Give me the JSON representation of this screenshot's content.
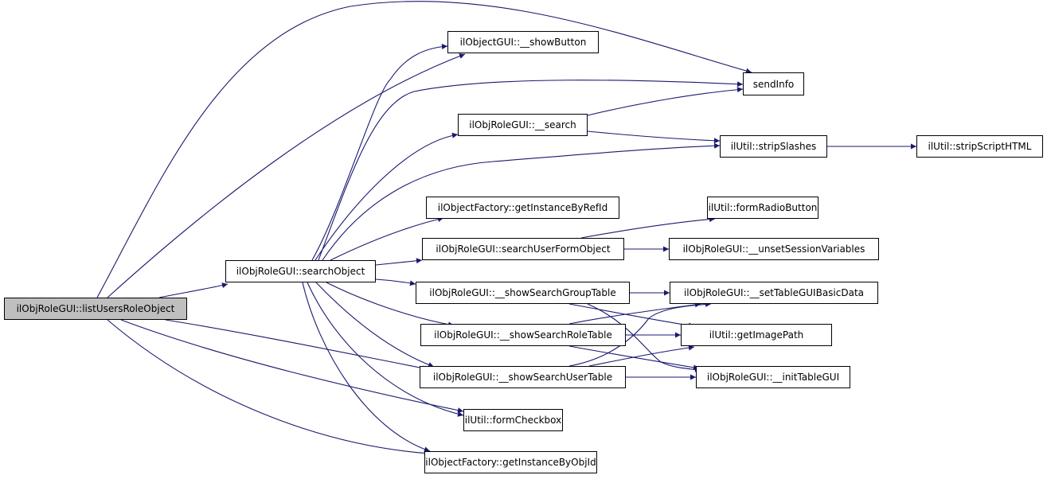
{
  "diagram": {
    "type": "call-graph",
    "edge_color": "#191970",
    "root_fill": "#bfbfbf",
    "nodes": [
      {
        "id": "root",
        "label": "ilObjRoleGUI::listUsersRoleObject",
        "root": true
      },
      {
        "id": "searchObject",
        "label": "ilObjRoleGUI::searchObject"
      },
      {
        "id": "showButton",
        "label": "ilObjectGUI::__showButton"
      },
      {
        "id": "sendInfo",
        "label": "sendInfo"
      },
      {
        "id": "search",
        "label": "ilObjRoleGUI::__search"
      },
      {
        "id": "stripSlashes",
        "label": "ilUtil::stripSlashes"
      },
      {
        "id": "stripScriptHTML",
        "label": "ilUtil::stripScriptHTML"
      },
      {
        "id": "getInstanceByRefId",
        "label": "ilObjectFactory::getInstanceByRefId"
      },
      {
        "id": "formRadioButton",
        "label": "ilUtil::formRadioButton"
      },
      {
        "id": "searchUserFormObject",
        "label": "ilObjRoleGUI::searchUserFormObject"
      },
      {
        "id": "unsetSessionVariables",
        "label": "ilObjRoleGUI::__unsetSessionVariables"
      },
      {
        "id": "showSearchGroupTable",
        "label": "ilObjRoleGUI::__showSearchGroupTable"
      },
      {
        "id": "setTableGUIBasicData",
        "label": "ilObjRoleGUI::__setTableGUIBasicData"
      },
      {
        "id": "showSearchRoleTable",
        "label": "ilObjRoleGUI::__showSearchRoleTable"
      },
      {
        "id": "getImagePath",
        "label": "ilUtil::getImagePath"
      },
      {
        "id": "showSearchUserTable",
        "label": "ilObjRoleGUI::__showSearchUserTable"
      },
      {
        "id": "initTableGUI",
        "label": "ilObjRoleGUI::__initTableGUI"
      },
      {
        "id": "formCheckbox",
        "label": "ilUtil::formCheckbox"
      },
      {
        "id": "getInstanceByObjId",
        "label": "ilObjectFactory::getInstanceByObjId"
      }
    ],
    "edges": [
      {
        "from": "root",
        "to": "searchObject"
      },
      {
        "from": "root",
        "to": "showButton"
      },
      {
        "from": "root",
        "to": "sendInfo"
      },
      {
        "from": "root",
        "to": "showSearchUserTable"
      },
      {
        "from": "root",
        "to": "formCheckbox"
      },
      {
        "from": "root",
        "to": "getInstanceByObjId"
      },
      {
        "from": "searchObject",
        "to": "showButton"
      },
      {
        "from": "searchObject",
        "to": "sendInfo"
      },
      {
        "from": "searchObject",
        "to": "search"
      },
      {
        "from": "searchObject",
        "to": "stripSlashes"
      },
      {
        "from": "searchObject",
        "to": "getInstanceByRefId"
      },
      {
        "from": "searchObject",
        "to": "searchUserFormObject"
      },
      {
        "from": "searchObject",
        "to": "showSearchGroupTable"
      },
      {
        "from": "searchObject",
        "to": "showSearchRoleTable"
      },
      {
        "from": "searchObject",
        "to": "showSearchUserTable"
      },
      {
        "from": "searchObject",
        "to": "formCheckbox"
      },
      {
        "from": "searchObject",
        "to": "getInstanceByObjId"
      },
      {
        "from": "search",
        "to": "sendInfo"
      },
      {
        "from": "search",
        "to": "stripSlashes"
      },
      {
        "from": "stripSlashes",
        "to": "stripScriptHTML"
      },
      {
        "from": "searchUserFormObject",
        "to": "formRadioButton"
      },
      {
        "from": "searchUserFormObject",
        "to": "unsetSessionVariables"
      },
      {
        "from": "showSearchGroupTable",
        "to": "setTableGUIBasicData"
      },
      {
        "from": "showSearchGroupTable",
        "to": "getImagePath"
      },
      {
        "from": "showSearchGroupTable",
        "to": "initTableGUI"
      },
      {
        "from": "showSearchRoleTable",
        "to": "setTableGUIBasicData"
      },
      {
        "from": "showSearchRoleTable",
        "to": "getImagePath"
      },
      {
        "from": "showSearchRoleTable",
        "to": "initTableGUI"
      },
      {
        "from": "showSearchUserTable",
        "to": "setTableGUIBasicData"
      },
      {
        "from": "showSearchUserTable",
        "to": "getImagePath"
      },
      {
        "from": "showSearchUserTable",
        "to": "initTableGUI"
      }
    ]
  }
}
